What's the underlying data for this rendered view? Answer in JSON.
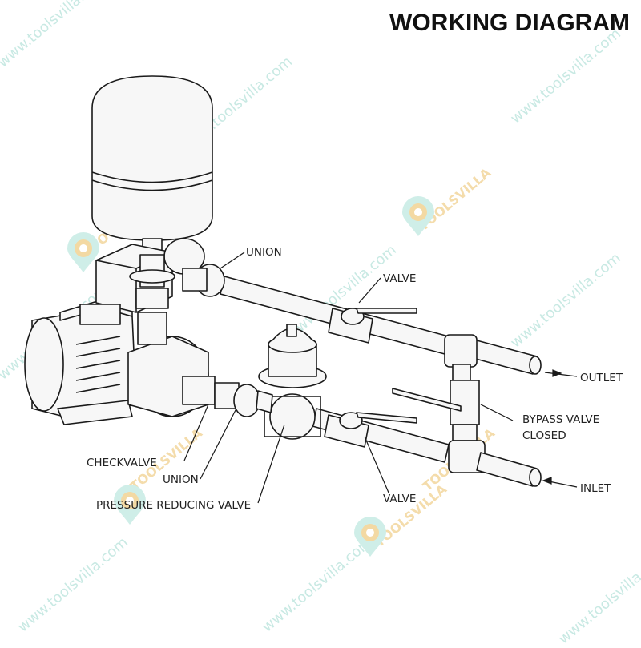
{
  "title": "WORKING DIAGRAM",
  "labels": {
    "union_top": "UNION",
    "valve_top": "VALVE",
    "outlet": "OUTLET",
    "bypass_line1": "BYPASS VALVE",
    "bypass_line2": "CLOSED",
    "inlet": "INLET",
    "valve_bottom": "VALVE",
    "checkvalve": "CHECKVALVE",
    "union_bottom": "UNION",
    "prv": "PRESSURE REDUCING VALVE"
  },
  "watermark": {
    "url_text": "www.toolsvilla.com",
    "brand_text": "TOOLSVILLA",
    "color": "#bfe6df",
    "brand_color": "#f3d9a3"
  },
  "colors": {
    "line": "#1a1a1a",
    "fill": "#f7f7f7",
    "shade": "#e6e6e6"
  }
}
